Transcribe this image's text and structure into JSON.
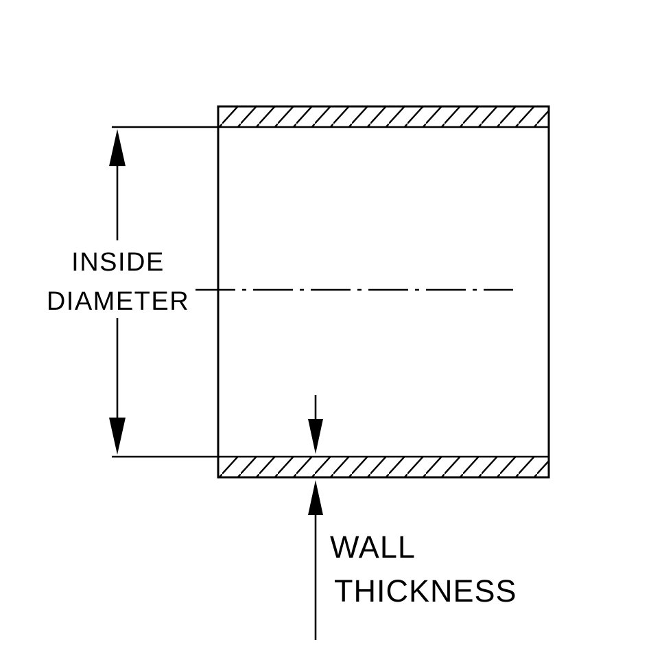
{
  "diagram": {
    "description": "Engineering cross-section diagram of a silicone hose coupler showing inside diameter and wall thickness dimensions",
    "labels": {
      "inside_diameter_line1": "INSIDE",
      "inside_diameter_line2": "DIAMETER",
      "wall_thickness_line1": "WALL",
      "wall_thickness_line2": "THICKNESS"
    },
    "colors": {
      "line": "#000000",
      "background": "#ffffff"
    }
  }
}
